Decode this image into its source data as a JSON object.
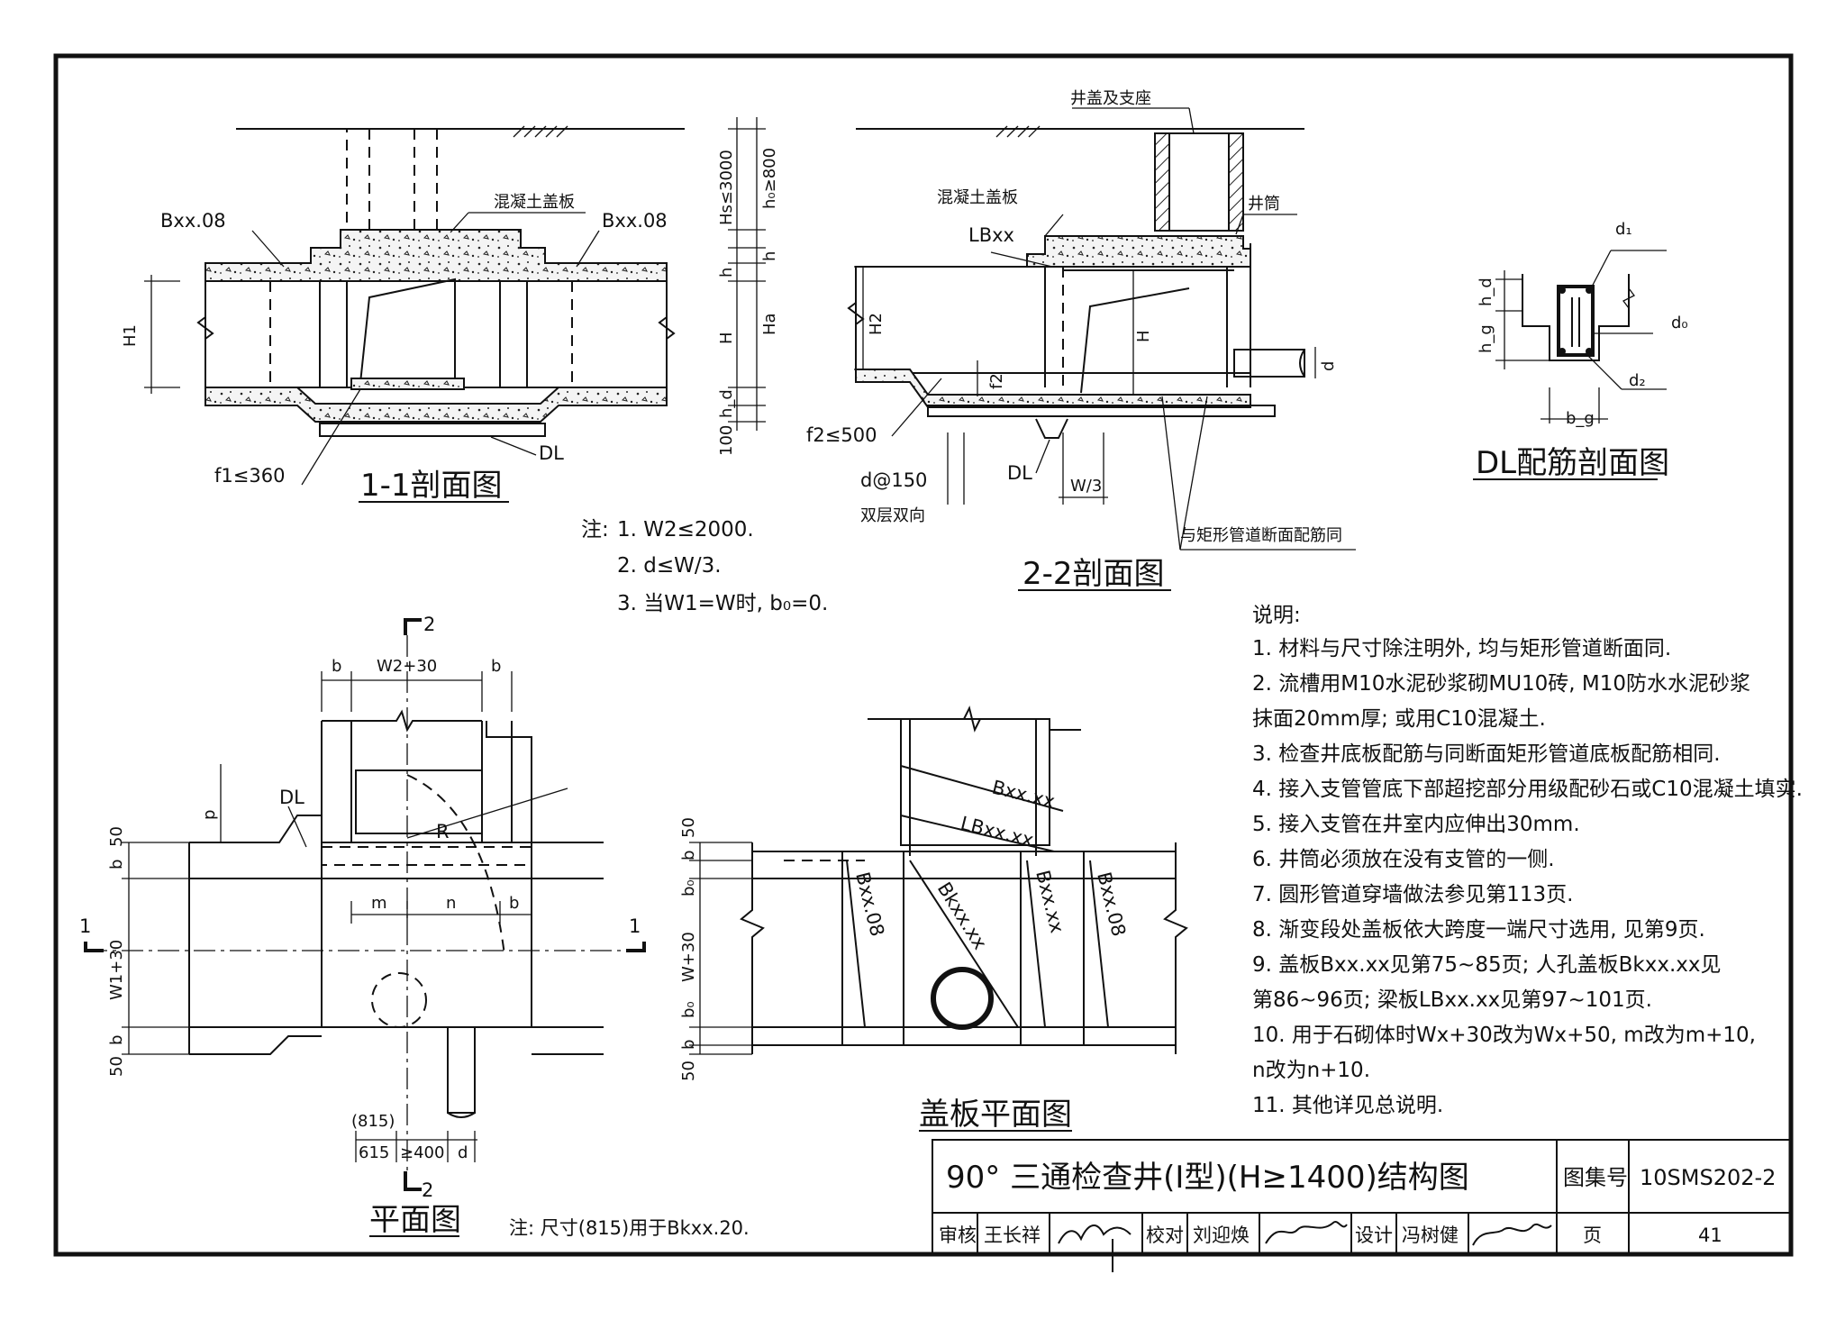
{
  "section11": {
    "title": "1-1剖面图",
    "labels": {
      "b_left": "Bxx.08",
      "b_right": "Bxx.08",
      "slab": "混凝土盖板",
      "f1": "f1≤360",
      "dl": "DL"
    },
    "dims": {
      "h1": "H1",
      "hs": "Hs≤3000",
      "h0": "h₀≥800",
      "h": "h",
      "h_big": "H",
      "ha": "Ha",
      "hd": "h_d",
      "d100": "100",
      "small_h": "h"
    }
  },
  "section22": {
    "title": "2-2剖面图",
    "labels": {
      "cover": "井盖及支座",
      "slab": "混凝土盖板",
      "lb": "LBxx",
      "shaft": "井筒",
      "h2": "H2",
      "f2_dim": "f2",
      "h_dim": "H",
      "d_dim": "d",
      "f2": "f2≤500",
      "d150": "d@150",
      "two_way": "双层双向",
      "dl": "DL",
      "w3": "W/3",
      "same_rect": "与矩形管道断面配筋同"
    }
  },
  "dl_section": {
    "title": "DL配筋剖面图",
    "labels": {
      "d1": "d₁",
      "d0": "d₀",
      "d2": "d₂",
      "hd": "h_d",
      "hg": "h_g",
      "bg": "b_g"
    }
  },
  "notes_top": {
    "lead": "注:",
    "items": [
      "1. W2≤2000.",
      "2. d≤W/3.",
      "3. 当W1=W时, b₀=0."
    ]
  },
  "plan": {
    "title": "平面图",
    "labels": {
      "sec2_top": "2",
      "sec2_bot": "2",
      "sec1_l": "1",
      "sec1_r": "1",
      "b1": "b",
      "w2": "W2+30",
      "b2": "b",
      "p": "p",
      "dl": "DL",
      "r": "R",
      "m": "m",
      "n": "n",
      "b3": "b",
      "w1": "W1+30",
      "v50a": "50",
      "vba": "b",
      "vbb": "b",
      "v50b": "50",
      "d815": "(815)",
      "d615": "615",
      "d400": "≥400",
      "dd": "d"
    },
    "note": "注: 尺寸(815)用于Bkxx.20."
  },
  "cover_plan": {
    "title": "盖板平面图",
    "labels": {
      "bxx_top": "Bxx.xx",
      "lbxx": "LBxx.xx",
      "bxx08a": "Bxx.08",
      "bkxx": "Bkxx.xx",
      "bxxxx": "Bxx.xx",
      "bxx08b": "Bxx.08",
      "w": "W+30",
      "v50a": "50",
      "vb": "b",
      "vb0a": "b₀",
      "vb0b": "b₀",
      "vb2": "b",
      "v50b": "50"
    }
  },
  "explanation": {
    "heading": "说明:",
    "items": [
      "1. 材料与尺寸除注明外, 均与矩形管道断面同.",
      "2. 流槽用M10水泥砂浆砌MU10砖, M10防水水泥砂浆",
      "   抹面20mm厚; 或用C10混凝土.",
      "3. 检查井底板配筋与同断面矩形管道底板配筋相同.",
      "4. 接入支管管底下部超挖部分用级配砂石或C10混凝土填实.",
      "5. 接入支管在井室内应伸出30mm.",
      "6. 井筒必须放在没有支管的一侧.",
      "7. 圆形管道穿墙做法参见第113页.",
      "8. 渐变段处盖板依大跨度一端尺寸选用, 见第9页.",
      "9. 盖板Bxx.xx见第75~85页; 人孔盖板Bkxx.xx见",
      "   第86~96页; 梁板LBxx.xx见第97~101页.",
      "10. 用于石砌体时Wx+30改为Wx+50, m改为m+10,",
      "    n改为n+10.",
      "11. 其他详见总说明."
    ]
  },
  "titleblock": {
    "title": "90° 三通检查井(Ⅰ型)(H≥1400)结构图",
    "atlas_label": "图集号",
    "atlas_no": "10SMS202-2",
    "review_label": "审核",
    "reviewer": "王长祥",
    "check_label": "校对",
    "checker": "刘迎焕",
    "design_label": "设计",
    "designer": "冯树健",
    "page_label": "页",
    "page_no": "41"
  }
}
